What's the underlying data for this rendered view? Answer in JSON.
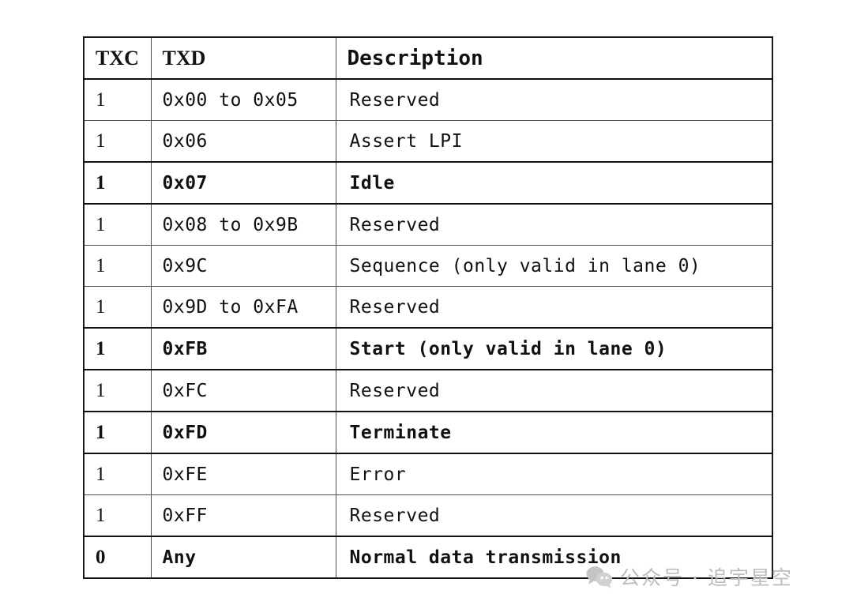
{
  "table": {
    "headers": {
      "txc": "TXC",
      "txd": "TXD",
      "description": "Description"
    },
    "rows": [
      {
        "txc": "1",
        "txd": "0x00 to 0x05",
        "description": "Reserved",
        "bold": false
      },
      {
        "txc": "1",
        "txd": "0x06",
        "description": "Assert LPI",
        "bold": false
      },
      {
        "txc": "1",
        "txd": "0x07",
        "description": "Idle",
        "bold": true
      },
      {
        "txc": "1",
        "txd": "0x08 to 0x9B",
        "description": "Reserved",
        "bold": false
      },
      {
        "txc": "1",
        "txd": "0x9C",
        "description": "Sequence (only valid in lane 0)",
        "bold": false
      },
      {
        "txc": "1",
        "txd": "0x9D to 0xFA",
        "description": "Reserved",
        "bold": false
      },
      {
        "txc": "1",
        "txd": "0xFB",
        "description": "Start (only valid in lane 0)",
        "bold": true
      },
      {
        "txc": "1",
        "txd": "0xFC",
        "description": "Reserved",
        "bold": false
      },
      {
        "txc": "1",
        "txd": "0xFD",
        "description": "Terminate",
        "bold": true
      },
      {
        "txc": "1",
        "txd": "0xFE",
        "description": "Error",
        "bold": false
      },
      {
        "txc": "1",
        "txd": "0xFF",
        "description": "Reserved",
        "bold": false
      },
      {
        "txc": "0",
        "txd": "Any",
        "description": "Normal data transmission",
        "bold": true
      }
    ]
  },
  "watermark": {
    "icon": "wechat-icon",
    "text": "公众号 · 追宇星空",
    "color": "#bdbdbd"
  },
  "colors": {
    "page_background": "#ffffff",
    "border": "#4d4d4d",
    "border_strong": "#111111",
    "text": "#111111"
  }
}
